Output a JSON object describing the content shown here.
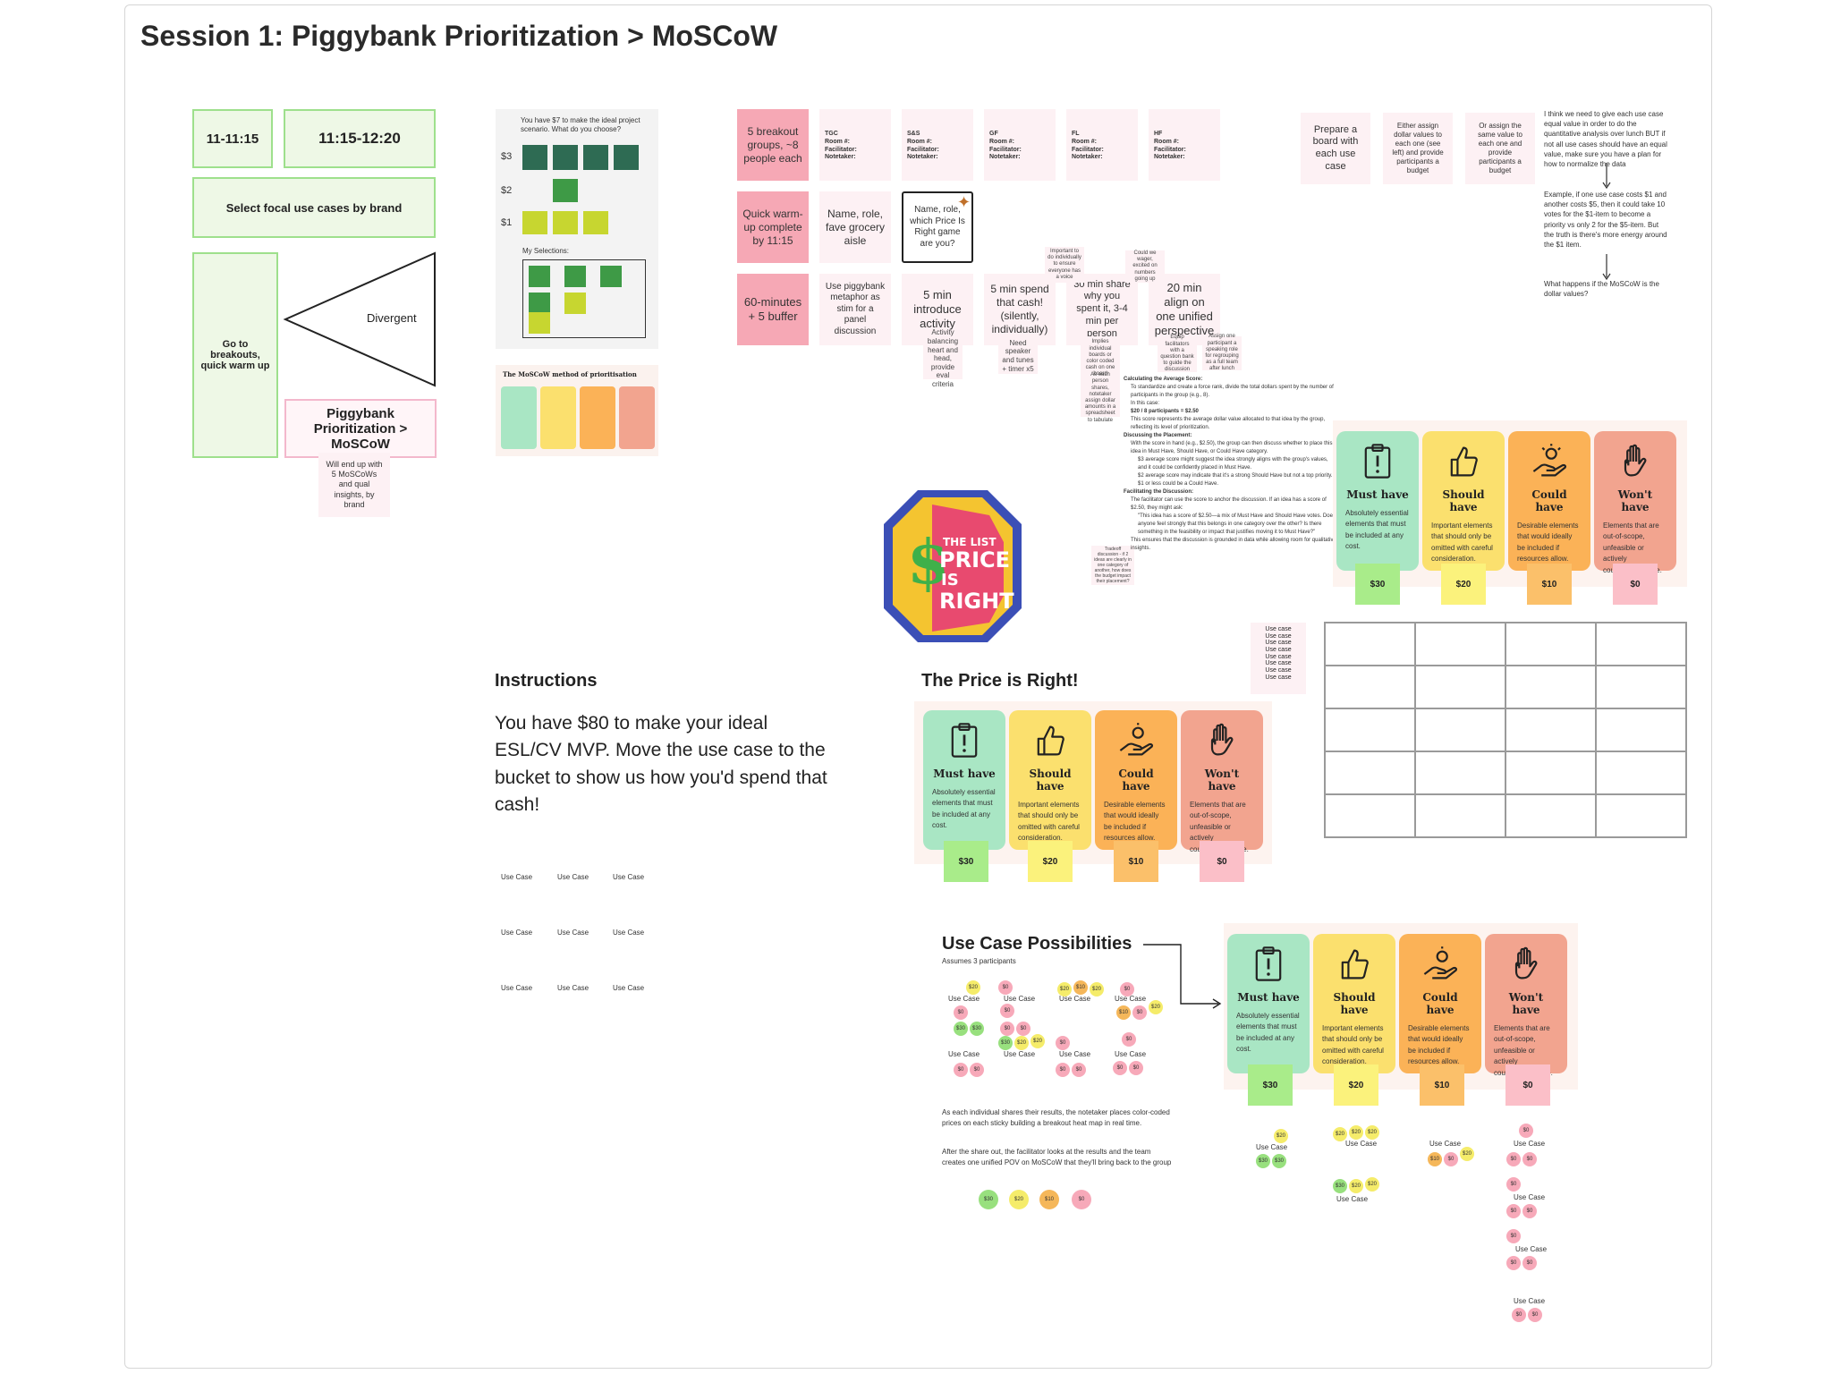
{
  "title": "Session 1: Piggybank Prioritization > MoSCoW",
  "left_column": {
    "time1": "11-11:15",
    "time2": "11:15-12:20",
    "select": "Select focal use cases by brand",
    "breakouts": "Go to breakouts, quick warm up",
    "divergent": "Divergent",
    "piggybank": "Piggybank Prioritization > MoSCoW",
    "end_up": "Will end up with 5 MoSCoWs and qual insights, by brand"
  },
  "scenario_card": {
    "prompt": "You have $7 to make the ideal project scenario. What do you choose?",
    "rows": [
      "$3",
      "$2",
      "$1"
    ],
    "selections_label": "My Selections:",
    "moscow_title": "The MoSCoW method of prioritisation"
  },
  "stickies_row1": {
    "breakout": "5 breakout groups, ~8 people each",
    "tgc": "TGC\nRoom #:\nFacilitator:\nNotetaker:",
    "ss": "S&S\nRoom #:\nFacilitator:\nNotetaker:",
    "gf": "GF\nRoom #:\nFacilitator:\nNotetaker:",
    "fl": "FL\nRoom #:\nFacilitator:\nNotetaker:",
    "hf": "HF\nRoom #:\nFacilitator:\nNotetaker:"
  },
  "stickies_row2": {
    "warmup": "Quick warm-up complete by 11:15",
    "name_role": "Name, role, fave grocery aisle",
    "name_role_price": "Name, role, which Price Is Right game are you?"
  },
  "stickies_row3": {
    "sixty": "60-minutes + 5 buffer",
    "piggybank_metaphor": "Use piggybank metaphor as stim for a panel discussion",
    "introduce": "5 min introduce activity",
    "spend": "5 min spend that cash! (silently, individually)",
    "share": "30 min share why you spent it, 3-4 min per person",
    "align": "20 min align on one unified perspective"
  },
  "small_notes": {
    "activity_balancing": "Activity balancing heart and head, provide eval criteria",
    "need_speaker": "Need speaker and tunes + timer x5",
    "important_individually": "Important to do individually to ensure everyone has a voice",
    "implies_boards": "Implies individual boards or color coded cash on one board",
    "as_each_person": "As each person shares, notetaker assign dollar amounts in a spreadsheet to tabulate",
    "could_no_wager": "Could we wager, excited on numbers going up",
    "equip": "Equip facilitators with a question bank to guide the discussion",
    "assign_one": "Assign one participant a speaking role for regrouping as a full team after lunch",
    "tradeoff": "Tradeoff discussion - if 2 ideas are clearly in one category of another, how does the budget impact their placement?"
  },
  "prepare": {
    "board": "Prepare a board with each use case",
    "either": "Either assign dollar values to each one (see left) and provide participants a budget",
    "or": "Or assign the same value to each one and provide participants a budget"
  },
  "thinking_note": {
    "p1": "I think we need to give each use case equal value in order to do the quantitative analysis over lunch BUT if not all use cases should have an equal value, make sure you have a plan for how to normalize the data",
    "p2": "Example, if one use case costs $1 and another costs $5, then it could take 10 votes for the $1-item to become a priority vs only 2 for the $5-item. But the truth is there's more energy around the $1 item.",
    "p3": "What happens if the MoSCoW is the dollar values?"
  },
  "calc_doc": {
    "h1": "Calculating the Average Score:",
    "b1": "To standardize and create a force rank, divide the total dollars spent by the number of participants in the group (e.g., 8).",
    "in_case": "In this case:",
    "formula": "$20 / 8 participants = $2.50",
    "b2": "This score represents the average dollar value allocated to that idea by the group, reflecting its level of prioritization.",
    "h2": "Discussing the Placement:",
    "b3": "With the score in hand (e.g., $2.50), the group can then discuss whether to place this idea in Must Have, Should Have, or Could Have category.",
    "b4": "$3 average score might suggest the idea strongly aligns with the group's values, and it could be confidently placed in Must Have.",
    "b5": "$2 average score may indicate that it's a strong Should Have but not a top priority.",
    "b6": "$1 or less could be a Could Have.",
    "h3": "Facilitating the Discussion:",
    "b7": "The facilitator can use the score to anchor the discussion. If an idea has a score of $2.50, they might ask:",
    "b8": "\"This idea has a score of $2.50—a mix of Must Have and Should Have votes. Does anyone feel strongly that this belongs in one category over the other? Is there something in the feasibility or impact that justifies moving it to Must Have?\"",
    "b9": "This ensures that the discussion is grounded in data while allowing room for qualitative insights."
  },
  "moscow": {
    "must": {
      "title": "Must have",
      "desc": "Absolutely essential elements that must be included at any cost.",
      "price": "$30"
    },
    "should": {
      "title": "Should have",
      "desc": "Important elements that should only be omitted with careful consideration.",
      "price": "$20"
    },
    "could": {
      "title": "Could have",
      "desc": "Desirable elements that would ideally be included if resources allow.",
      "price": "$10"
    },
    "wont": {
      "title": "Won't have",
      "desc": "Elements that are out-of-scope, unfeasible or actively counterproductive.",
      "price": "$0"
    }
  },
  "logo": {
    "line1": "THE LIST",
    "line2": "PRICE",
    "line3": "IS",
    "line4": "RIGHT"
  },
  "use_case_stack": [
    "Use case",
    "Use case",
    "Use case",
    "Use case",
    "Use case",
    "Use case",
    "Use case",
    "Use case"
  ],
  "instructions": {
    "heading": "Instructions",
    "body": "You have $80 to make your ideal ESL/CV MVP. Move the use case to the bucket to show us how you'd spend that cash!",
    "use_case_label": "Use Case"
  },
  "price_right_heading": "The Price is Right!",
  "possibilities": {
    "heading": "Use Case Possibilities",
    "sub": "Assumes 3 participants",
    "uc": "Use Case",
    "p1": "As each individual shares their results, the notetaker places color-coded prices on each sticky building a breakout heat map in real time.",
    "p2": "After the share out, the facilitator looks at the results and the team creates one unified POV on MoSCoW that they'll bring back to the group",
    "legend": [
      "$30",
      "$20",
      "$10",
      "$0"
    ]
  },
  "colors": {
    "green_border": "#9ee08c",
    "pink_sticky": "#f6a8b5",
    "must": "#a9e6c4",
    "should": "#fbe06e",
    "could": "#fbb257",
    "wont": "#f2a48f"
  }
}
